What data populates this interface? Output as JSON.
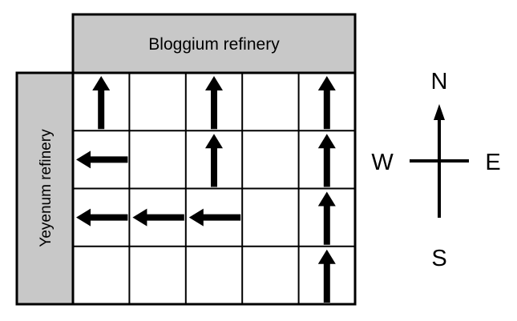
{
  "diagram": {
    "top_box_label": "Bloggium refinery",
    "side_box_label": "Yeyenum refinery",
    "grid": {
      "rows": 4,
      "cols": 5
    },
    "arrows": [
      {
        "row": 0,
        "col": 0,
        "direction": "N"
      },
      {
        "row": 0,
        "col": 2,
        "direction": "N"
      },
      {
        "row": 0,
        "col": 4,
        "direction": "N"
      },
      {
        "row": 1,
        "col": 0,
        "direction": "W"
      },
      {
        "row": 1,
        "col": 2,
        "direction": "N"
      },
      {
        "row": 1,
        "col": 4,
        "direction": "N"
      },
      {
        "row": 2,
        "col": 0,
        "direction": "W"
      },
      {
        "row": 2,
        "col": 1,
        "direction": "W"
      },
      {
        "row": 2,
        "col": 2,
        "direction": "W"
      },
      {
        "row": 2,
        "col": 4,
        "direction": "N"
      },
      {
        "row": 3,
        "col": 4,
        "direction": "N"
      }
    ],
    "colors": {
      "box_fill": "#c8c8c8",
      "line": "#000000"
    }
  },
  "compass": {
    "north": "N",
    "south": "S",
    "east": "E",
    "west": "W"
  }
}
